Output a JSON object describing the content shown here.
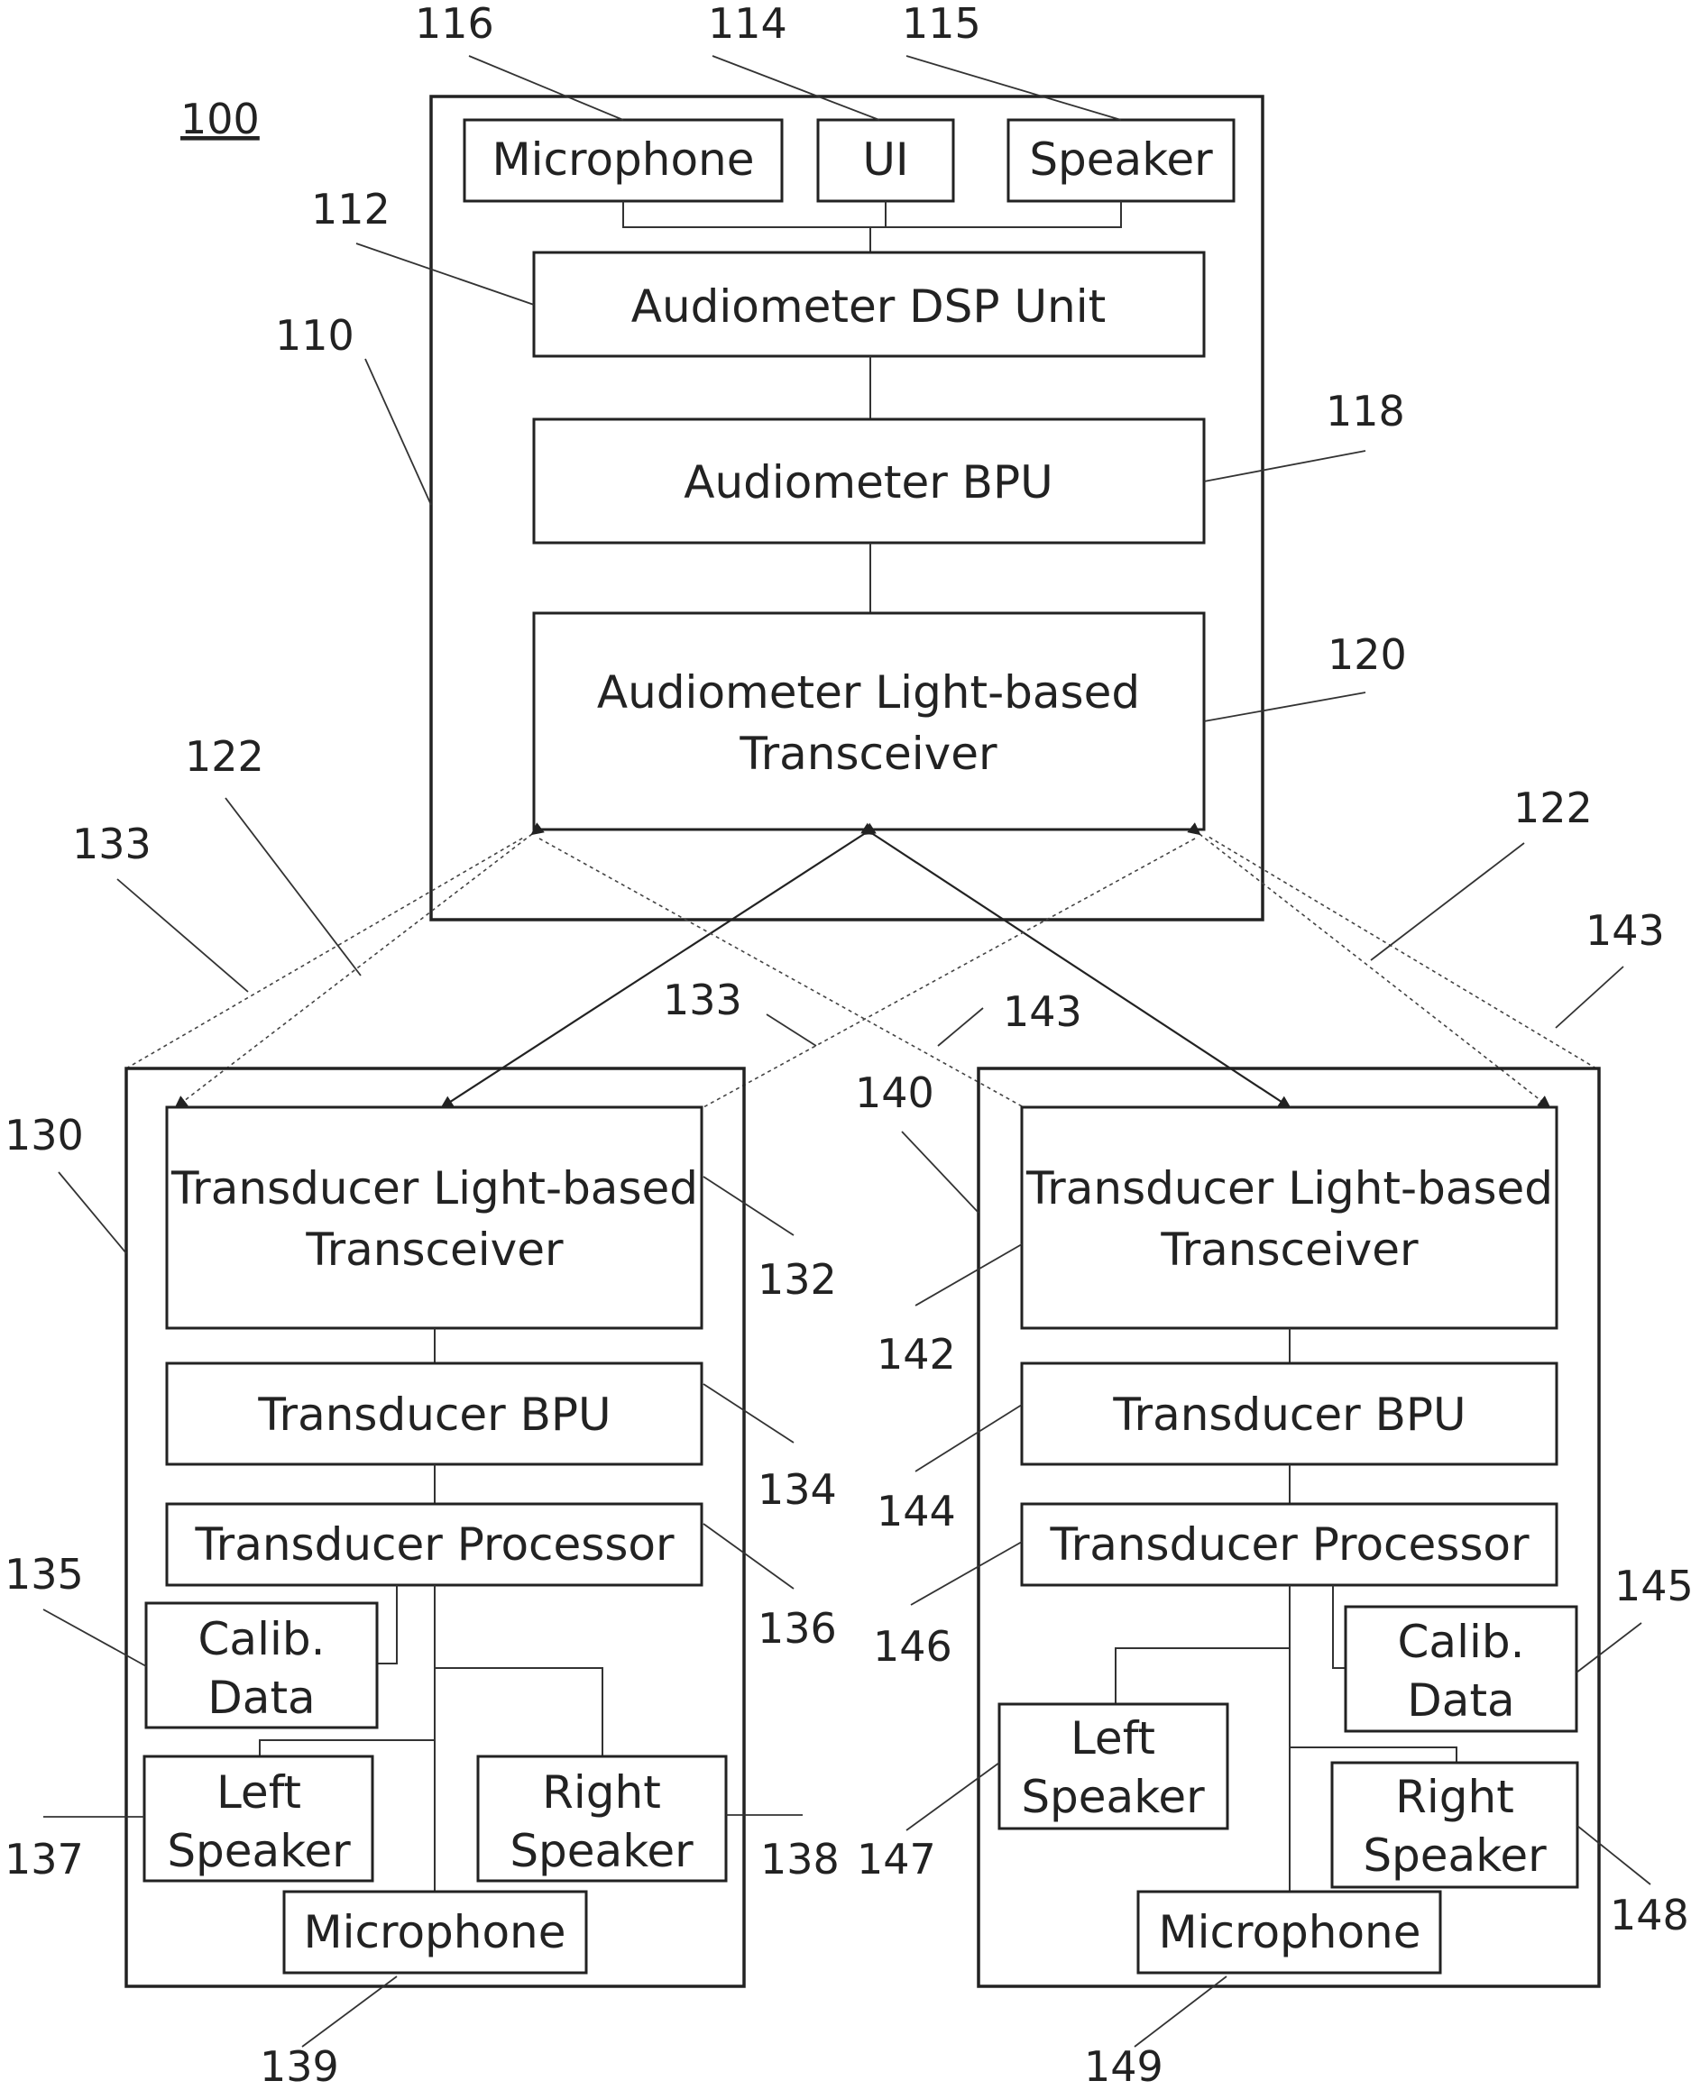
{
  "figure_ref": "100",
  "audiometer": {
    "ref": "110",
    "microphone": {
      "label": "Microphone",
      "ref": "116"
    },
    "ui": {
      "label": "UI",
      "ref": "114"
    },
    "speaker": {
      "label": "Speaker",
      "ref": "115"
    },
    "dsp": {
      "label": "Audiometer DSP Unit",
      "ref": "112"
    },
    "bpu": {
      "label": "Audiometer BPU",
      "ref": "118"
    },
    "transceiver": {
      "label_line1": "Audiometer Light-based",
      "label_line2": "Transceiver",
      "ref": "120"
    }
  },
  "links": {
    "ref_122_left": "122",
    "ref_122_right": "122",
    "ref_133_left": "133",
    "ref_133_mid": "133",
    "ref_143_mid": "143",
    "ref_143_right": "143"
  },
  "transducer_left": {
    "ref": "130",
    "transceiver": {
      "label_line1": "Transducer Light-based",
      "label_line2": "Transceiver",
      "ref": "132"
    },
    "bpu": {
      "label": "Transducer BPU",
      "ref": "134"
    },
    "processor": {
      "label": "Transducer Processor",
      "ref": "136"
    },
    "calib": {
      "label_line1": "Calib.",
      "label_line2": "Data",
      "ref": "135"
    },
    "left_speaker": {
      "label_line1": "Left",
      "label_line2": "Speaker",
      "ref": "137"
    },
    "right_speaker": {
      "label_line1": "Right",
      "label_line2": "Speaker",
      "ref": "138"
    },
    "microphone": {
      "label": "Microphone",
      "ref": "139"
    }
  },
  "transducer_right": {
    "ref": "140",
    "transceiver": {
      "label_line1": "Transducer Light-based",
      "label_line2": "Transceiver",
      "ref": "142"
    },
    "bpu": {
      "label": "Transducer BPU",
      "ref": "144"
    },
    "processor": {
      "label": "Transducer Processor",
      "ref": "146"
    },
    "calib": {
      "label_line1": "Calib.",
      "label_line2": "Data",
      "ref": "145"
    },
    "left_speaker": {
      "label_line1": "Left",
      "label_line2": "Speaker",
      "ref": "147"
    },
    "right_speaker": {
      "label_line1": "Right",
      "label_line2": "Speaker",
      "ref": "148"
    },
    "microphone": {
      "label": "Microphone",
      "ref": "149"
    }
  }
}
